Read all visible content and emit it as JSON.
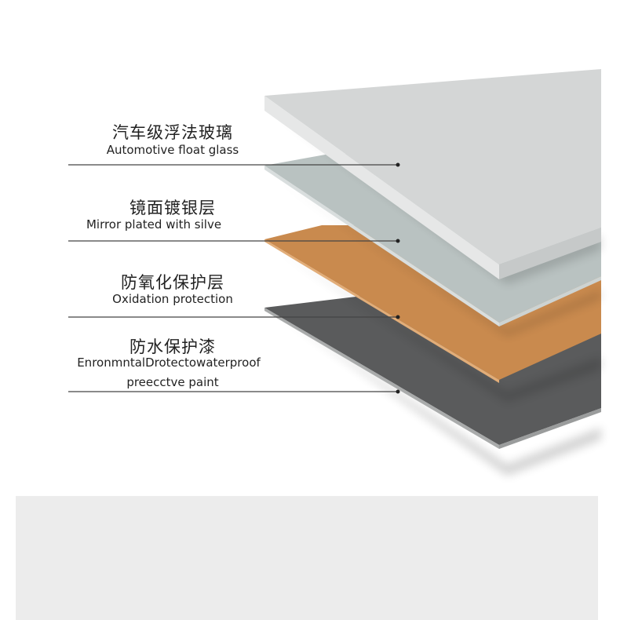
{
  "layers": [
    {
      "cn": "汽车级浮法玻璃",
      "en": "Automotive float glass",
      "color": "#d6d8d8"
    },
    {
      "cn": "镜面镀银层",
      "en": "Mirror plated with silve",
      "color": "#b9c2c1"
    },
    {
      "cn": "防氧化保护层",
      "en": "Oxidation protection",
      "color": "#c98a4e"
    },
    {
      "cn": "防水保护漆",
      "en": "EnronmntalDrotectowaterproof",
      "en2": "preecctve paint",
      "color": "#5a5b5c"
    }
  ]
}
